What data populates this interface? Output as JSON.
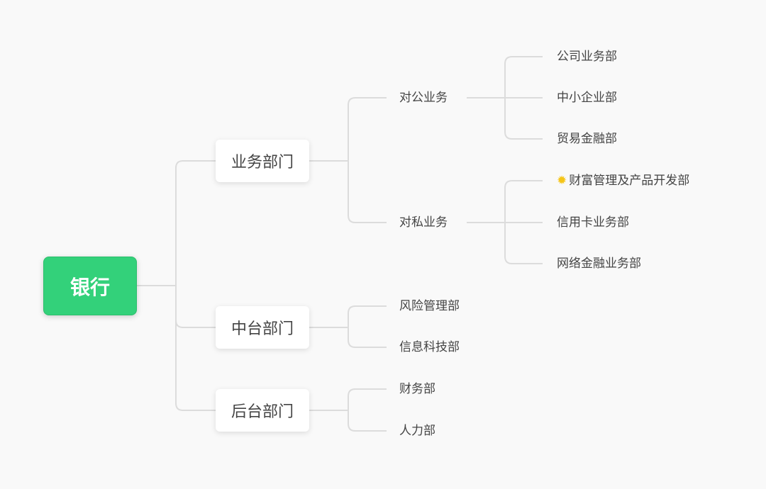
{
  "root": "银行",
  "departments": [
    {
      "label": "业务部门",
      "groups": [
        {
          "label": "对公业务",
          "children": [
            "公司业务部",
            "中小企业部",
            "贸易金融部"
          ]
        },
        {
          "label": "对私业务",
          "children": [
            "财富管理及产品开发部",
            "信用卡业务部",
            "网络金融业务部"
          ]
        }
      ]
    },
    {
      "label": "中台部门",
      "children": [
        "风险管理部",
        "信息科技部"
      ]
    },
    {
      "label": "后台部门",
      "children": [
        "财务部",
        "人力部"
      ]
    }
  ],
  "icons": {
    "wealth": "sun-icon"
  },
  "colors": {
    "root": "#33d17a",
    "line": "#dddddd",
    "text": "#444444"
  }
}
